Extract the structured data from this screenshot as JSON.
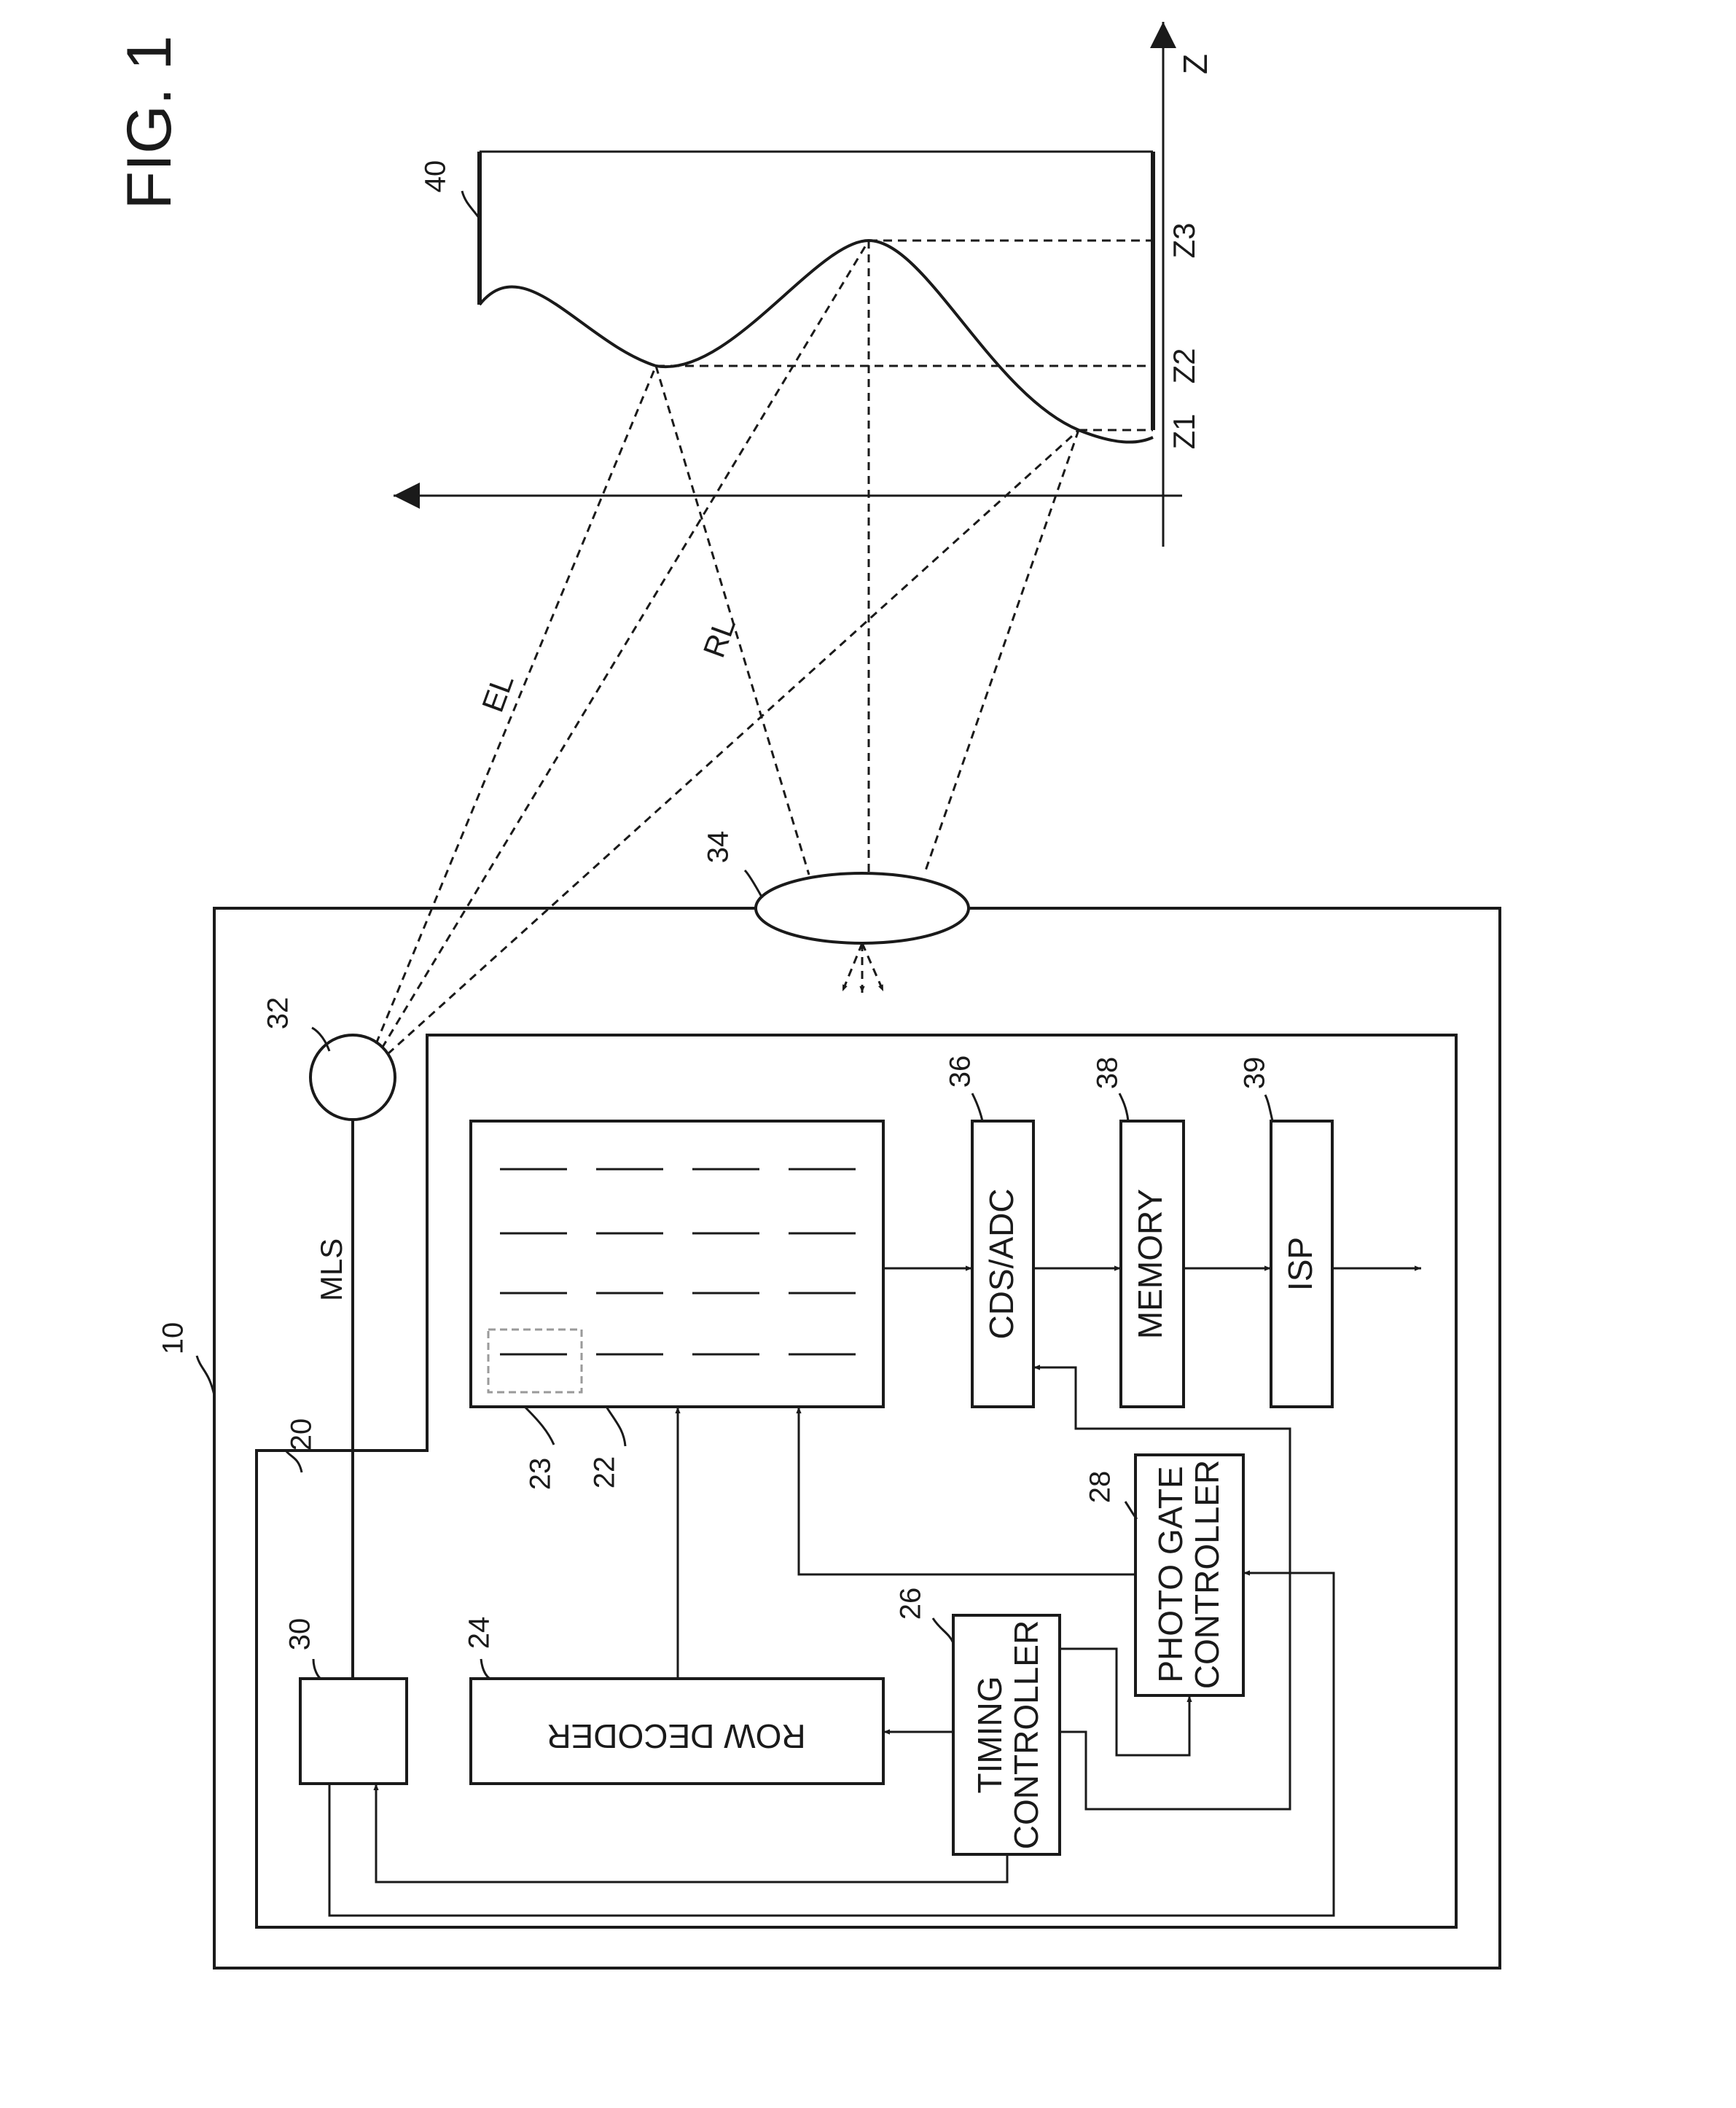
{
  "figure": {
    "title": "FIG. 1"
  },
  "labels": {
    "device": "10",
    "chip": "20",
    "pixel_array": "22",
    "pixel": "23",
    "row_decoder_ref": "24",
    "timing_controller_ref": "26",
    "photo_gate_controller_ref": "28",
    "driver_ref": "30",
    "light_source_ref": "32",
    "lens_ref": "34",
    "cds_adc_ref": "36",
    "memory_ref": "38",
    "isp_ref": "39",
    "object_ref": "40",
    "mls": "MLS",
    "emitted_light": "EL",
    "reflected_light": "RL",
    "z_axis": "Z",
    "z1": "Z1",
    "z2": "Z2",
    "z3": "Z3"
  },
  "blocks": {
    "row_decoder": "ROW DECODER",
    "timing_controller_line1": "TIMING",
    "timing_controller_line2": "CONTROLLER",
    "photo_gate_line1": "PHOTO GATE",
    "photo_gate_line2": "CONTROLLER",
    "cds_adc": "CDS/ADC",
    "memory": "MEMORY",
    "isp": "ISP"
  },
  "colors": {
    "line": "#1a1a1a",
    "pixel_highlight": "#9a9a9a",
    "background": "#ffffff"
  }
}
